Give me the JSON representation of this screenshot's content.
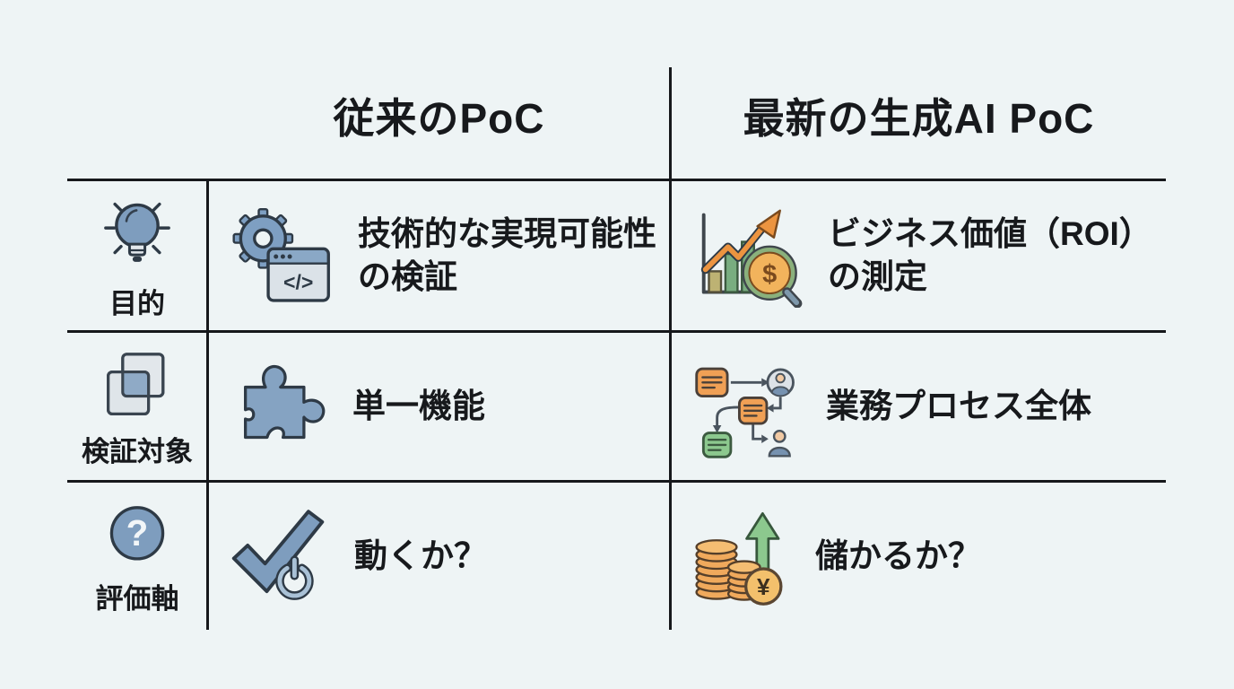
{
  "palette": {
    "background": "#eef4f5",
    "grid_line": "#16181b",
    "text": "#17191c",
    "icon_blue": "#7e9dbe",
    "icon_outline": "#2e3a46",
    "accent_orange": "#ec9440",
    "accent_green": "#84bb85",
    "coin_orange": "#f0a95c",
    "doc_orange": "#f0a055",
    "browser_header_blue": "#8aa8c6",
    "light_gray": "#dfe5e9"
  },
  "table": {
    "columns": {
      "left_header": "従来のPoC",
      "right_header": "最新の生成AI PoC"
    },
    "rows": [
      {
        "label": "目的",
        "label_icon": "lightbulb-icon",
        "traditional": {
          "icon": "gear-code-window-icon",
          "text": "技術的な実現可能性\nの検証"
        },
        "generative": {
          "icon": "growth-chart-roi-magnifier-icon",
          "text": "ビジネス価値（ROI）\nの測定"
        }
      },
      {
        "label": "検証対象",
        "label_icon": "overlapping-squares-icon",
        "traditional": {
          "icon": "puzzle-piece-icon",
          "text": "単一機能"
        },
        "generative": {
          "icon": "workflow-process-icon",
          "text": "業務プロセス全体"
        }
      },
      {
        "label": "評価軸",
        "label_icon": "question-mark-circle-icon",
        "traditional": {
          "icon": "checkmark-power-icon",
          "text": "動くか？"
        },
        "generative": {
          "icon": "coins-up-arrow-yen-icon",
          "text": "儲かるか？"
        }
      }
    ]
  }
}
